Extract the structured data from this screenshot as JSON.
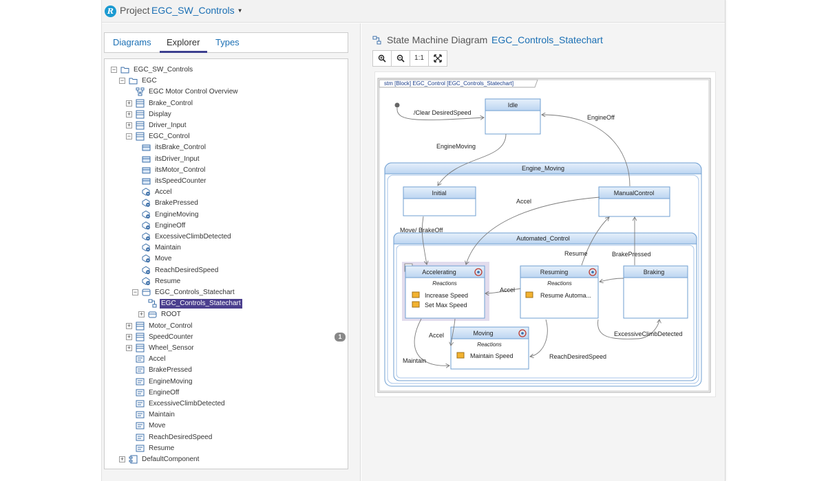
{
  "header": {
    "project_label": "Project",
    "project_name": "EGC_SW_Controls"
  },
  "tabs": [
    {
      "label": "Diagrams"
    },
    {
      "label": "Explorer"
    },
    {
      "label": "Types"
    }
  ],
  "tree": [
    {
      "label": "EGC_SW_Controls",
      "depth": 0,
      "toggle": "−",
      "icon": "package-icon"
    },
    {
      "label": "EGC",
      "depth": 1,
      "toggle": "−",
      "icon": "package-icon"
    },
    {
      "label": "EGC Motor Control Overview",
      "depth": 2,
      "toggle": "",
      "icon": "diagram-icon"
    },
    {
      "label": "Brake_Control",
      "depth": 2,
      "toggle": "+",
      "icon": "block-icon"
    },
    {
      "label": "Display",
      "depth": 2,
      "toggle": "+",
      "icon": "block-icon"
    },
    {
      "label": "Driver_Input",
      "depth": 2,
      "toggle": "+",
      "icon": "block-icon"
    },
    {
      "label": "EGC_Control",
      "depth": 2,
      "toggle": "−",
      "icon": "block-icon"
    },
    {
      "label": "itsBrake_Control",
      "depth": 3,
      "toggle": "",
      "icon": "part-icon"
    },
    {
      "label": "itsDriver_Input",
      "depth": 3,
      "toggle": "",
      "icon": "part-icon"
    },
    {
      "label": "itsMotor_Control",
      "depth": 3,
      "toggle": "",
      "icon": "part-icon"
    },
    {
      "label": "itsSpeedCounter",
      "depth": 3,
      "toggle": "",
      "icon": "part-icon"
    },
    {
      "label": "Accel",
      "depth": 3,
      "toggle": "",
      "icon": "reception-icon"
    },
    {
      "label": "BrakePressed",
      "depth": 3,
      "toggle": "",
      "icon": "reception-icon"
    },
    {
      "label": "EngineMoving",
      "depth": 3,
      "toggle": "",
      "icon": "reception-icon"
    },
    {
      "label": "EngineOff",
      "depth": 3,
      "toggle": "",
      "icon": "reception-icon"
    },
    {
      "label": "ExcessiveClimbDetected",
      "depth": 3,
      "toggle": "",
      "icon": "reception-icon"
    },
    {
      "label": "Maintain",
      "depth": 3,
      "toggle": "",
      "icon": "reception-icon"
    },
    {
      "label": "Move",
      "depth": 3,
      "toggle": "",
      "icon": "reception-icon"
    },
    {
      "label": "ReachDesiredSpeed",
      "depth": 3,
      "toggle": "",
      "icon": "reception-icon"
    },
    {
      "label": "Resume",
      "depth": 3,
      "toggle": "",
      "icon": "reception-icon"
    },
    {
      "label": "EGC_Controls_Statechart",
      "depth": 3,
      "toggle": "−",
      "icon": "statechart-icon"
    },
    {
      "label": "EGC_Controls_Statechart",
      "depth": 4,
      "toggle": "",
      "icon": "state-diagram-icon",
      "selected": true
    },
    {
      "label": "ROOT",
      "depth": 4,
      "toggle": "+",
      "icon": "state-icon"
    },
    {
      "label": "Motor_Control",
      "depth": 2,
      "toggle": "+",
      "icon": "block-icon"
    },
    {
      "label": "SpeedCounter",
      "depth": 2,
      "toggle": "+",
      "icon": "block-icon"
    },
    {
      "label": "Wheel_Sensor",
      "depth": 2,
      "toggle": "+",
      "icon": "block-icon"
    },
    {
      "label": "Accel",
      "depth": 2,
      "toggle": "",
      "icon": "event-icon"
    },
    {
      "label": "BrakePressed",
      "depth": 2,
      "toggle": "",
      "icon": "event-icon"
    },
    {
      "label": "EngineMoving",
      "depth": 2,
      "toggle": "",
      "icon": "event-icon"
    },
    {
      "label": "EngineOff",
      "depth": 2,
      "toggle": "",
      "icon": "event-icon"
    },
    {
      "label": "ExcessiveClimbDetected",
      "depth": 2,
      "toggle": "",
      "icon": "event-icon"
    },
    {
      "label": "Maintain",
      "depth": 2,
      "toggle": "",
      "icon": "event-icon"
    },
    {
      "label": "Move",
      "depth": 2,
      "toggle": "",
      "icon": "event-icon"
    },
    {
      "label": "ReachDesiredSpeed",
      "depth": 2,
      "toggle": "",
      "icon": "event-icon"
    },
    {
      "label": "Resume",
      "depth": 2,
      "toggle": "",
      "icon": "event-icon"
    },
    {
      "label": "DefaultComponent",
      "depth": 1,
      "toggle": "+",
      "icon": "component-icon"
    }
  ],
  "badge": "1",
  "diagram": {
    "label": "State Machine Diagram",
    "name": "EGC_Controls_Statechart",
    "toolbar": {
      "zoom_in_icon": "zoom-in-icon",
      "zoom_out_icon": "zoom-out-icon",
      "one_to_one": "1:1",
      "fit_icon": "fit-icon"
    },
    "frame_label": "stm [Block] EGC_Control [EGC_Controls_Statechart]",
    "states": {
      "idle": "Idle",
      "engine_moving": "Engine_Moving",
      "initial": "Initial",
      "manual_control": "ManualControl",
      "automated_control": "Automated_Control",
      "accelerating": "Accelerating",
      "resuming": "Resuming",
      "braking": "Braking",
      "moving": "Moving"
    },
    "reactions_label": "Reactions",
    "reactions": {
      "accelerating": [
        "Increase Speed",
        "Set Max Speed"
      ],
      "resuming": [
        "Resume Automa..."
      ],
      "moving": [
        "Maintain Speed"
      ]
    },
    "transitions": {
      "clear": "/Clear DesiredSpeed",
      "engine_off": "EngineOff",
      "engine_moving": "EngineMoving",
      "accel_manual": "Accel",
      "move_brakeoff": "Move/  BrakeOff",
      "resume": "Resume",
      "brake_pressed": "BrakePressed",
      "accel_resume": "Accel",
      "accel_moving": "Accel",
      "maintain": "Maintain",
      "excessive": "ExcessiveClimbDetected",
      "reach": "ReachDesiredSpeed"
    },
    "colors": {
      "state_header": "#cfe2f6",
      "state_border": "#6f9fd2",
      "selected_bg": "#e2dced",
      "line": "#7a7a7a"
    }
  }
}
